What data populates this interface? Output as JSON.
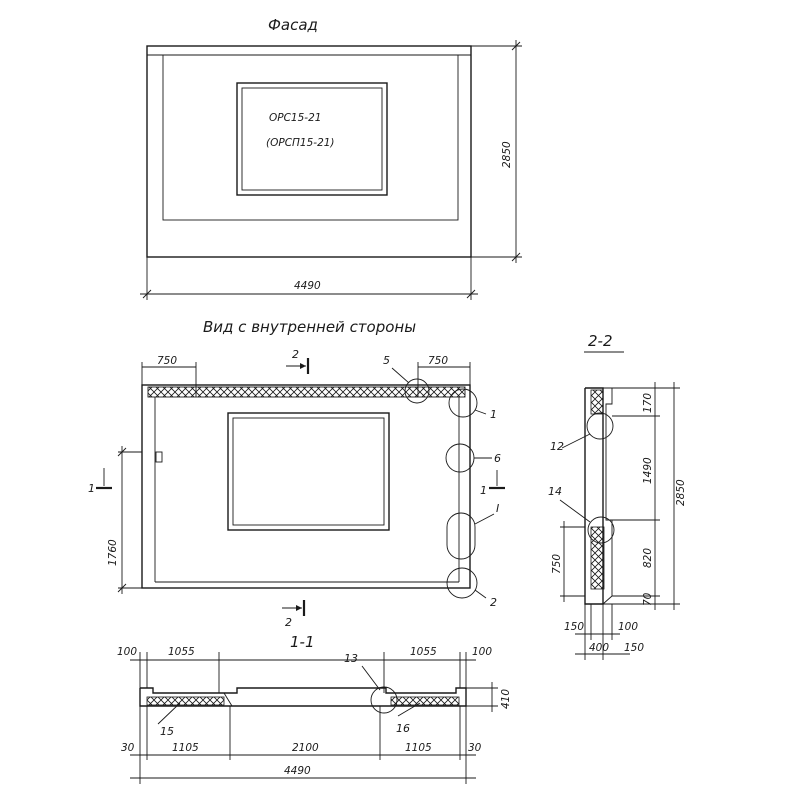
{
  "titles": {
    "facade": "Фасад",
    "inner": "Вид с внутренней стороны",
    "sec11": "1-1",
    "sec22": "2-2"
  },
  "facade": {
    "mark1": "ОРС15-21",
    "mark2": "(ОРСП15-21)",
    "width": "4490",
    "height": "2850"
  },
  "inner": {
    "dim_left": "750",
    "dim_right": "750",
    "dim_height": "1760",
    "cut2": "2",
    "cut1": "1",
    "callouts": [
      "5",
      "1",
      "6",
      "I",
      "2"
    ]
  },
  "sec11": {
    "top_dims": [
      "100",
      "1055",
      "1055",
      "100"
    ],
    "bottom_dims": [
      "30",
      "1105",
      "2100",
      "1105",
      "30"
    ],
    "total": "4490",
    "height": "410",
    "callouts": [
      "13",
      "15",
      "16"
    ]
  },
  "sec22": {
    "v_dims": [
      "170",
      "1490",
      "820",
      "70"
    ],
    "total": "2850",
    "left_dim": "750",
    "bottom_dims": [
      "150",
      "100",
      "400",
      "150"
    ],
    "callouts": [
      "12",
      "14"
    ]
  }
}
